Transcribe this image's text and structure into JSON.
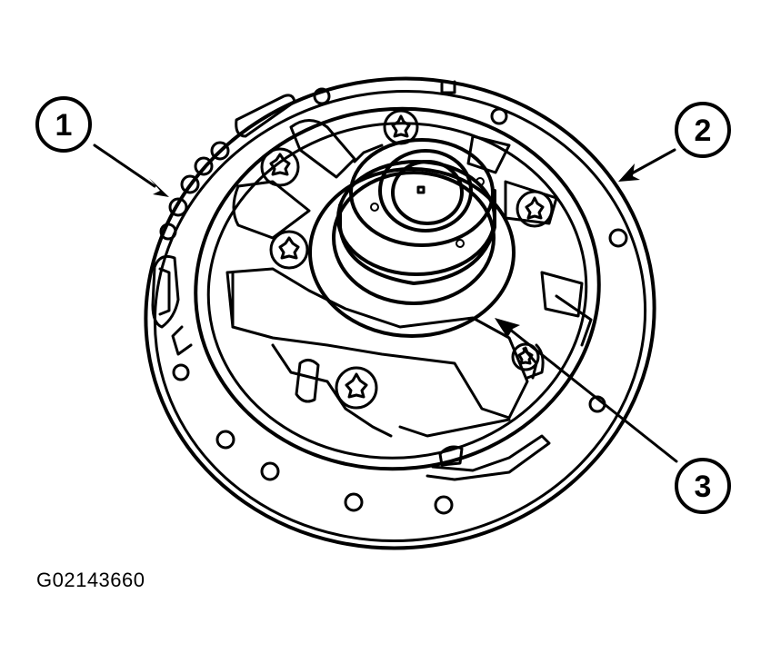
{
  "figure": {
    "id": "G02143660",
    "line_color": "#000000",
    "background": "#ffffff"
  },
  "callouts": [
    {
      "label": "1"
    },
    {
      "label": "2"
    },
    {
      "label": "3"
    }
  ]
}
